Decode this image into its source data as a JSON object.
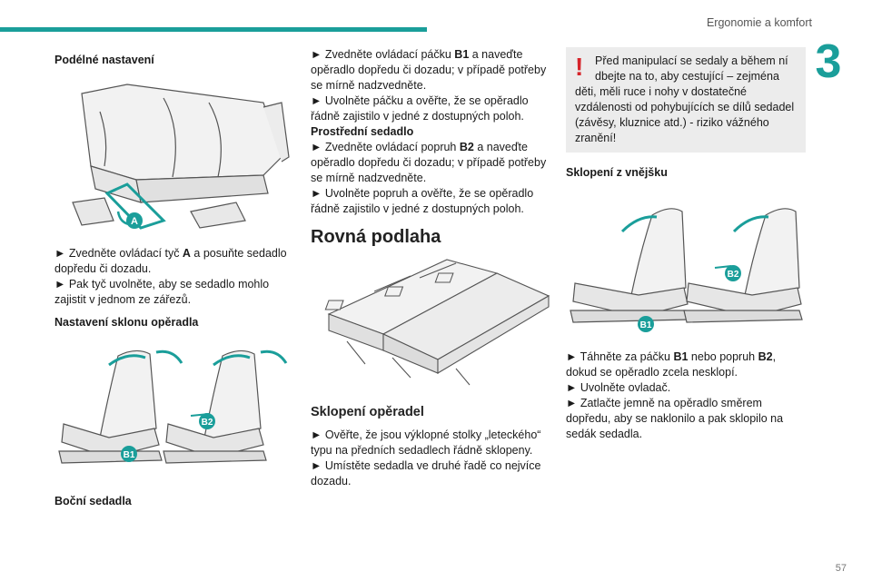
{
  "header": {
    "section": "Ergonomie a komfort",
    "chapter": "3",
    "page": "57"
  },
  "col1": {
    "heading1": "Podélné nastavení",
    "fig1_label": "A",
    "para1_a": "► Zvedněte ovládací tyč ",
    "para1_b": "A",
    "para1_c": " a posuňte sedadlo dopředu či dozadu.",
    "para1_d": "► Pak tyč uvolněte, aby se sedadlo mohlo zajistit v jednom ze zářezů.",
    "heading2": "Nastavení sklonu opěradla",
    "fig2_b1": "B1",
    "fig2_b2": "B2",
    "heading3": "Boční sedadla"
  },
  "col2": {
    "p1_a": "► Zvedněte ovládací páčku ",
    "p1_b": "B1",
    "p1_c": " a naveďte opěradlo dopředu či dozadu; v případě potřeby se mírně nadzvedněte.",
    "p2": "► Uvolněte páčku a ověřte, že se opěradlo řádně zajistilo v jedné z dostupných poloh.",
    "sub": "Prostřední sedadlo",
    "p3_a": "► Zvedněte ovládací popruh ",
    "p3_b": "B2",
    "p3_c": " a naveďte opěradlo dopředu či dozadu; v případě potřeby se mírně nadzvedněte.",
    "p4": "► Uvolněte popruh a ověřte, že se opěradlo řádně zajistilo v jedné z dostupných poloh.",
    "h_floor": "Rovná podlaha",
    "h_fold": "Sklopení opěradel",
    "p5": "► Ověřte, že jsou výklopné stolky „leteckého“ typu na předních sedadlech řádně sklopeny.",
    "p6": "► Umístěte sedadla ve druhé řadě co nejvíce dozadu."
  },
  "col3": {
    "warn_first": "Před manipulací se sedaly a během ní dbejte na to, aby cestující – zejména",
    "warn_rest": "děti, měli ruce i nohy v dostatečné vzdálenosti od pohybujících se dílů sedadel (závěsy, kluznice atd.) - riziko vážného zranění!",
    "heading": "Sklopení z vnějšku",
    "fig_b1": "B1",
    "fig_b2": "B2",
    "p1_a": "► Táhněte za páčku ",
    "p1_b": "B1",
    "p1_c": " nebo popruh ",
    "p1_d": "B2",
    "p1_e": ", dokud se opěradlo zcela nesklopí.",
    "p2": "► Uvolněte ovladač.",
    "p3": "► Zatlačte jemně na opěradlo směrem dopředu, aby se naklonilo a pak sklopilo na sedák sedadla."
  },
  "colors": {
    "accent": "#1a9e9a",
    "warning": "#d6242a",
    "warn_bg": "#ececec"
  }
}
